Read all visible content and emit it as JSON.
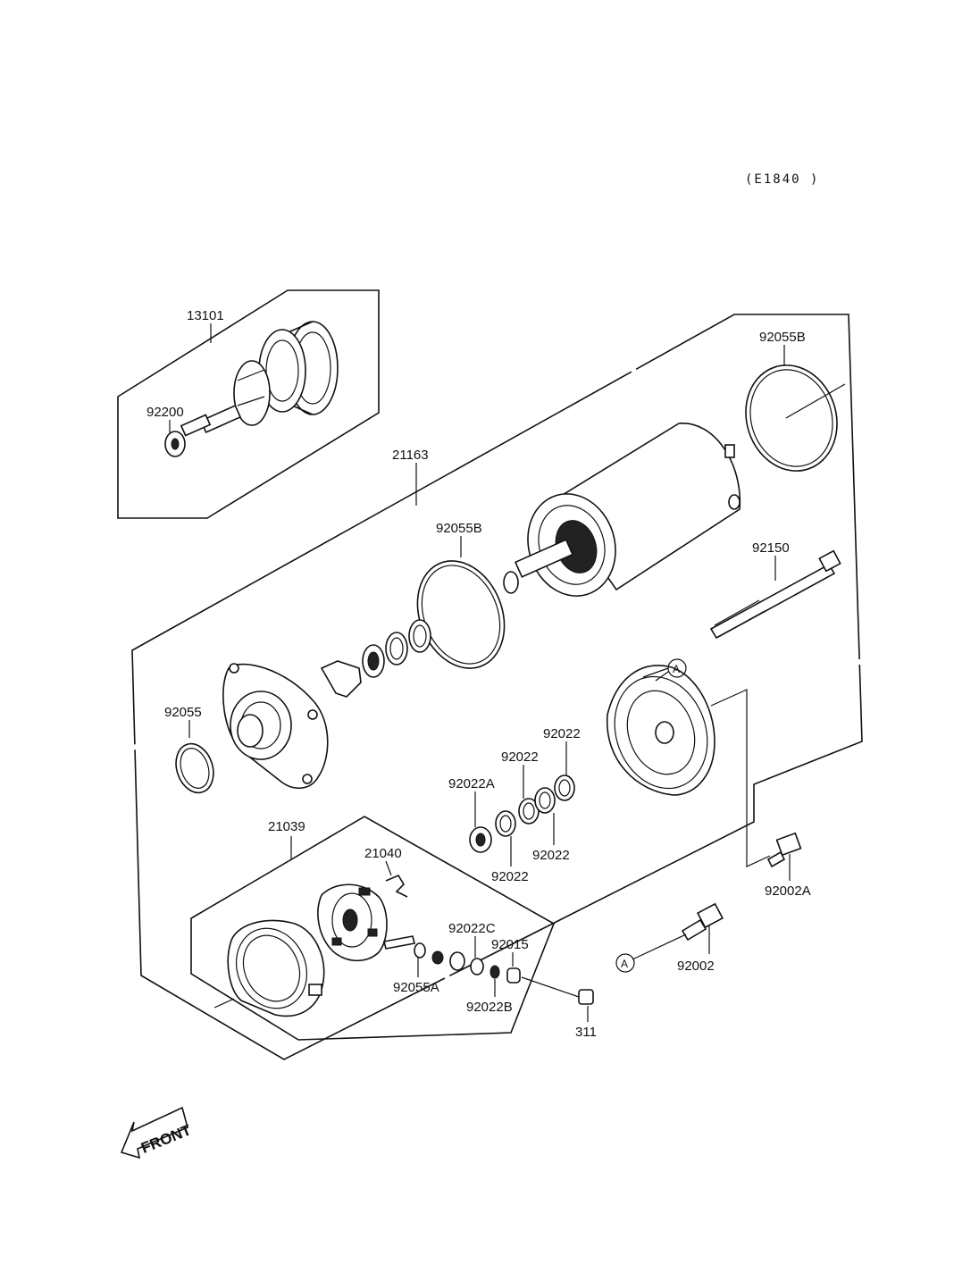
{
  "reference_code": "(E1840 )",
  "front_arrow_label": "FRONT",
  "callout_marker": "A",
  "parts": [
    {
      "id": "p13101",
      "number": "13101"
    },
    {
      "id": "p92200",
      "number": "92200"
    },
    {
      "id": "p21163",
      "number": "21163"
    },
    {
      "id": "p92055B_top",
      "number": "92055B"
    },
    {
      "id": "p92055B_mid",
      "number": "92055B"
    },
    {
      "id": "p92150",
      "number": "92150"
    },
    {
      "id": "p92055",
      "number": "92055"
    },
    {
      "id": "p92022_a",
      "number": "92022"
    },
    {
      "id": "p92022_b",
      "number": "92022"
    },
    {
      "id": "p92022A",
      "number": "92022A"
    },
    {
      "id": "p92022_c",
      "number": "92022"
    },
    {
      "id": "p92022_d",
      "number": "92022"
    },
    {
      "id": "p21039",
      "number": "21039"
    },
    {
      "id": "p21040",
      "number": "21040"
    },
    {
      "id": "p92022C",
      "number": "92022C"
    },
    {
      "id": "p92015",
      "number": "92015"
    },
    {
      "id": "p92055A",
      "number": "92055A"
    },
    {
      "id": "p92022B",
      "number": "92022B"
    },
    {
      "id": "p311",
      "number": "311"
    },
    {
      "id": "p92002A",
      "number": "92002A"
    },
    {
      "id": "p92002",
      "number": "92002"
    }
  ]
}
